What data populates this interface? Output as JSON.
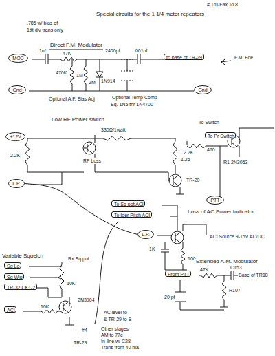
{
  "diagram": {
    "title": "Special circuits for the 1 1/4 meter repeaters",
    "nodes": [
      {
        "text": [
          "MOD"
        ]
      },
      {
        "text": [
          "Gnd"
        ]
      },
      {
        "text": [
          "to base of TR-29"
        ]
      },
      {
        "text": [
          "Gnd"
        ]
      },
      {
        "text": [
          "+12V"
        ]
      },
      {
        "text": [
          "L.P."
        ]
      },
      {
        "text": [
          "To Pr Switch"
        ]
      },
      {
        "text": [
          "PTT"
        ]
      },
      {
        "text": [
          "To Sq pot ACI"
        ]
      },
      {
        "text": [
          "To Ider Pitch ACI"
        ]
      },
      {
        "text": [
          "L.P."
        ]
      },
      {
        "text": [
          "Sq Lo"
        ]
      },
      {
        "text": [
          "Sq Wip"
        ]
      },
      {
        "text": [
          "TR-32 CKT-2"
        ]
      },
      {
        "text": [
          "ACI"
        ]
      },
      {
        "text": [
          "From PTT"
        ]
      }
    ],
    "edges": [
      {
        "from": 5,
        "to": 10,
        "arrow": "none"
      }
    ],
    "labels": [
      "# Tru-Fax To 8",
      ".785 w/ bias of",
      "1ttt div trans only",
      "Direct F.M. Modulator",
      ".1uf",
      "47K",
      "2400pf",
      ".001uf",
      "470K",
      "1M",
      "1N914",
      "2M",
      "Optional A.F. Bias Adj",
      "Optional Temp Comp",
      "Eq. 1N5 thr 1N4700",
      "F.M. Fde",
      "Low RF Power switch",
      "330Ω/1watt",
      "2.2K",
      "RF Loss",
      "1.25",
      "TR-20",
      "To Switch",
      "2.2K",
      "470",
      "R1 2N3053",
      "Loss of AC Power Indicator",
      "ACI Source 9-15V AC/DC",
      "1K",
      "100",
      "Variable Squelch",
      "Rx Sq pot",
      "10K",
      "10K",
      "2N3904",
      "AC level to",
      "& TR-29 to B",
      "#4",
      "Other stages",
      "AM to 77c",
      "In-line w/ C28",
      "Trans from 40 ma",
      "TR-29",
      "Extended A.M. Modulator",
      "47K",
      "C153",
      "Base of TR18",
      "R107",
      "20 pf"
    ]
  }
}
